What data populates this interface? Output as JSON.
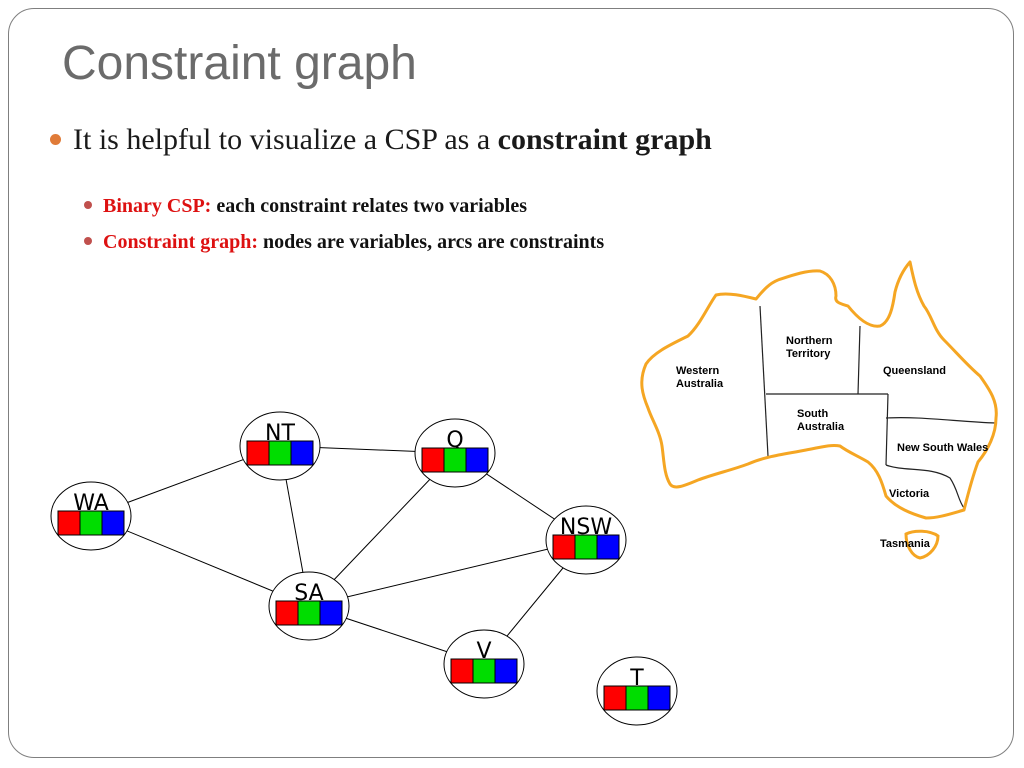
{
  "slide": {
    "title": "Constraint graph",
    "main_bullet": {
      "prefix": "It is helpful to visualize a CSP as a ",
      "emphasis": "constraint graph"
    },
    "sub_bullets": [
      {
        "term": "Binary CSP:",
        "text": "each constraint relates two variables"
      },
      {
        "term": "Constraint graph:",
        "text": "nodes are variables, arcs are constraints"
      }
    ]
  },
  "graph": {
    "domain_colors": [
      "#ff0000",
      "#00dd00",
      "#0000ff"
    ],
    "nodes": [
      {
        "id": "NT",
        "label": "NT"
      },
      {
        "id": "Q",
        "label": "Q"
      },
      {
        "id": "WA",
        "label": "WA"
      },
      {
        "id": "NSW",
        "label": "NSW"
      },
      {
        "id": "SA",
        "label": "SA"
      },
      {
        "id": "V",
        "label": "V"
      },
      {
        "id": "T",
        "label": "T"
      }
    ],
    "edges": [
      [
        "WA",
        "NT"
      ],
      [
        "WA",
        "SA"
      ],
      [
        "NT",
        "SA"
      ],
      [
        "NT",
        "Q"
      ],
      [
        "SA",
        "Q"
      ],
      [
        "SA",
        "NSW"
      ],
      [
        "SA",
        "V"
      ],
      [
        "Q",
        "NSW"
      ],
      [
        "NSW",
        "V"
      ]
    ]
  },
  "map": {
    "outline_color": "#f5a623",
    "regions": {
      "western_australia": [
        "Western",
        "Australia"
      ],
      "northern_territory": [
        "Northern",
        "Territory"
      ],
      "queensland": [
        "Queensland"
      ],
      "south_australia": [
        "South",
        "Australia"
      ],
      "new_south_wales": [
        "New South Wales"
      ],
      "victoria": [
        "Victoria"
      ],
      "tasmania": [
        "Tasmania"
      ]
    }
  }
}
